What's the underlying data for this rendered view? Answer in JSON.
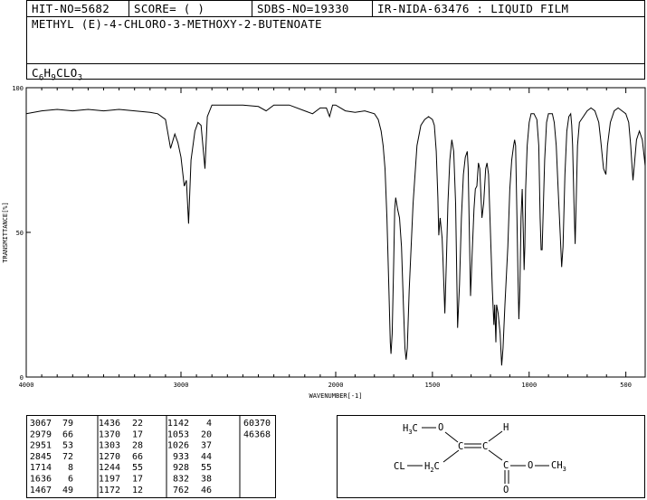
{
  "header": {
    "hit_no": "HIT-NO=5682",
    "score": "SCORE=  (   )",
    "sdbs_no": "SDBS-NO=19330",
    "ir_source": "IR-NIDA-63476 : LIQUID FILM",
    "compound_name": "METHYL (E)-4-CHLORO-3-METHOXY-2-BUTENOATE",
    "formula": {
      "c": "C",
      "c_n": "6",
      "h": "H",
      "h_n": "9",
      "rest": "CLO",
      "o_n": "3"
    }
  },
  "chart_data": {
    "type": "line",
    "xlabel": "WAVENUMBER[-1]",
    "ylabel": "TRANSMITTANCE[%]",
    "xlim": [
      4000,
      400
    ],
    "ylim": [
      0,
      100
    ],
    "x_ticks": [
      4000,
      3000,
      2000,
      1500,
      1000,
      500
    ],
    "y_ticks": [
      100,
      50,
      0
    ],
    "grid": false,
    "series": [
      {
        "points": [
          [
            4000,
            91
          ],
          [
            3900,
            92
          ],
          [
            3800,
            92.5
          ],
          [
            3700,
            92
          ],
          [
            3600,
            92.5
          ],
          [
            3500,
            92
          ],
          [
            3400,
            92.5
          ],
          [
            3300,
            92
          ],
          [
            3200,
            91.5
          ],
          [
            3150,
            91
          ],
          [
            3100,
            89
          ],
          [
            3067,
            79
          ],
          [
            3040,
            84
          ],
          [
            3020,
            81
          ],
          [
            3000,
            76
          ],
          [
            2979,
            66
          ],
          [
            2965,
            68
          ],
          [
            2951,
            53
          ],
          [
            2935,
            75
          ],
          [
            2910,
            85
          ],
          [
            2890,
            88
          ],
          [
            2870,
            87
          ],
          [
            2845,
            72
          ],
          [
            2830,
            90
          ],
          [
            2800,
            94
          ],
          [
            2700,
            94
          ],
          [
            2600,
            94
          ],
          [
            2500,
            93.5
          ],
          [
            2450,
            92
          ],
          [
            2400,
            94
          ],
          [
            2300,
            94
          ],
          [
            2200,
            92
          ],
          [
            2150,
            91
          ],
          [
            2100,
            93
          ],
          [
            2060,
            93
          ],
          [
            2040,
            90
          ],
          [
            2020,
            94
          ],
          [
            2000,
            94
          ],
          [
            1950,
            92
          ],
          [
            1900,
            91.5
          ],
          [
            1850,
            92
          ],
          [
            1800,
            91
          ],
          [
            1780,
            89
          ],
          [
            1765,
            85
          ],
          [
            1755,
            80
          ],
          [
            1745,
            72
          ],
          [
            1735,
            55
          ],
          [
            1725,
            30
          ],
          [
            1718,
            12
          ],
          [
            1714,
            8
          ],
          [
            1708,
            15
          ],
          [
            1700,
            40
          ],
          [
            1695,
            58
          ],
          [
            1690,
            62
          ],
          [
            1680,
            58
          ],
          [
            1670,
            55
          ],
          [
            1660,
            45
          ],
          [
            1650,
            25
          ],
          [
            1642,
            10
          ],
          [
            1636,
            6
          ],
          [
            1630,
            10
          ],
          [
            1620,
            30
          ],
          [
            1600,
            60
          ],
          [
            1580,
            80
          ],
          [
            1560,
            87
          ],
          [
            1540,
            89
          ],
          [
            1520,
            90
          ],
          [
            1500,
            89
          ],
          [
            1490,
            87
          ],
          [
            1480,
            78
          ],
          [
            1472,
            62
          ],
          [
            1467,
            49
          ],
          [
            1460,
            55
          ],
          [
            1450,
            48
          ],
          [
            1445,
            40
          ],
          [
            1436,
            22
          ],
          [
            1428,
            40
          ],
          [
            1420,
            60
          ],
          [
            1410,
            75
          ],
          [
            1400,
            82
          ],
          [
            1390,
            78
          ],
          [
            1380,
            60
          ],
          [
            1370,
            17
          ],
          [
            1360,
            32
          ],
          [
            1350,
            55
          ],
          [
            1340,
            70
          ],
          [
            1330,
            76
          ],
          [
            1320,
            78
          ],
          [
            1315,
            72
          ],
          [
            1303,
            28
          ],
          [
            1295,
            42
          ],
          [
            1285,
            58
          ],
          [
            1278,
            65
          ],
          [
            1270,
            66
          ],
          [
            1262,
            74
          ],
          [
            1255,
            72
          ],
          [
            1244,
            55
          ],
          [
            1235,
            60
          ],
          [
            1225,
            72
          ],
          [
            1218,
            74
          ],
          [
            1210,
            70
          ],
          [
            1200,
            50
          ],
          [
            1190,
            30
          ],
          [
            1182,
            18
          ],
          [
            1178,
            25
          ],
          [
            1172,
            12
          ],
          [
            1168,
            25
          ],
          [
            1160,
            22
          ],
          [
            1150,
            15
          ],
          [
            1142,
            4
          ],
          [
            1135,
            10
          ],
          [
            1125,
            25
          ],
          [
            1110,
            45
          ],
          [
            1100,
            65
          ],
          [
            1090,
            75
          ],
          [
            1080,
            80
          ],
          [
            1075,
            82
          ],
          [
            1070,
            80
          ],
          [
            1063,
            55
          ],
          [
            1058,
            35
          ],
          [
            1053,
            20
          ],
          [
            1048,
            30
          ],
          [
            1042,
            55
          ],
          [
            1036,
            65
          ],
          [
            1030,
            50
          ],
          [
            1026,
            37
          ],
          [
            1022,
            45
          ],
          [
            1018,
            65
          ],
          [
            1010,
            80
          ],
          [
            1000,
            88
          ],
          [
            990,
            91
          ],
          [
            975,
            91
          ],
          [
            960,
            89
          ],
          [
            950,
            80
          ],
          [
            943,
            55
          ],
          [
            938,
            44
          ],
          [
            933,
            44
          ],
          [
            928,
            55
          ],
          [
            920,
            75
          ],
          [
            910,
            88
          ],
          [
            900,
            91
          ],
          [
            880,
            91
          ],
          [
            870,
            88
          ],
          [
            860,
            80
          ],
          [
            850,
            65
          ],
          [
            840,
            50
          ],
          [
            832,
            38
          ],
          [
            825,
            45
          ],
          [
            815,
            70
          ],
          [
            805,
            85
          ],
          [
            795,
            90
          ],
          [
            785,
            91
          ],
          [
            780,
            87
          ],
          [
            775,
            80
          ],
          [
            768,
            60
          ],
          [
            762,
            46
          ],
          [
            757,
            60
          ],
          [
            750,
            80
          ],
          [
            740,
            88
          ],
          [
            720,
            90
          ],
          [
            700,
            92
          ],
          [
            680,
            93
          ],
          [
            660,
            92
          ],
          [
            650,
            90
          ],
          [
            640,
            88
          ],
          [
            630,
            82
          ],
          [
            620,
            75
          ],
          [
            615,
            72
          ],
          [
            603,
            70
          ],
          [
            595,
            80
          ],
          [
            580,
            88
          ],
          [
            560,
            92
          ],
          [
            540,
            93
          ],
          [
            520,
            92
          ],
          [
            500,
            91
          ],
          [
            485,
            88
          ],
          [
            475,
            80
          ],
          [
            470,
            75
          ],
          [
            463,
            68
          ],
          [
            455,
            74
          ],
          [
            445,
            82
          ],
          [
            430,
            85
          ],
          [
            415,
            82
          ],
          [
            400,
            73
          ]
        ]
      }
    ]
  },
  "peak_table": {
    "columns": [
      [
        [
          "3067",
          "79"
        ],
        [
          "2979",
          "66"
        ],
        [
          "2951",
          "53"
        ],
        [
          "2845",
          "72"
        ],
        [
          "1714",
          "8"
        ],
        [
          "1636",
          "6"
        ],
        [
          "1467",
          "49"
        ]
      ],
      [
        [
          "1436",
          "22"
        ],
        [
          "1370",
          "17"
        ],
        [
          "1303",
          "28"
        ],
        [
          "1270",
          "66"
        ],
        [
          "1244",
          "55"
        ],
        [
          "1197",
          "17"
        ],
        [
          "1172",
          "12"
        ]
      ],
      [
        [
          "1142",
          "4"
        ],
        [
          "1053",
          "20"
        ],
        [
          "1026",
          "37"
        ],
        [
          "933",
          "44"
        ],
        [
          "928",
          "55"
        ],
        [
          "832",
          "38"
        ],
        [
          "762",
          "46"
        ]
      ],
      [
        [
          "603",
          "70"
        ],
        [
          "463",
          "68"
        ]
      ]
    ]
  },
  "structure": {
    "h3co": "H3C",
    "o_top": "O",
    "h_top": "H",
    "c_left": "C",
    "c_right": "C",
    "cl": "CL",
    "h2c": "H2C",
    "c_ester": "C",
    "o_ester": "O",
    "ch3": "CH3",
    "o_bottom": "O"
  }
}
